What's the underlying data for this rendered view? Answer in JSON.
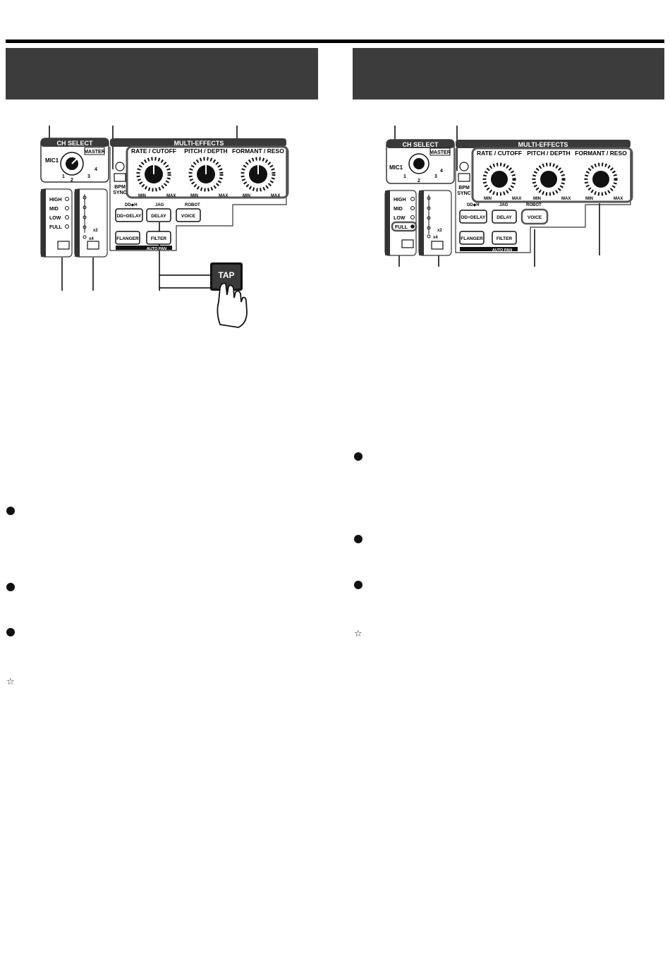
{
  "left_panel": {
    "ch_select_label": "CH SELECT",
    "multi_effects_label": "MULTI-EFFECTS",
    "master_label": "MASTER",
    "mic1_label": "MIC1",
    "ch_numbers": [
      "1",
      "2",
      "3",
      "4"
    ],
    "knob_labels": [
      "RATE / CUTOFF",
      "PITCH / DEPTH",
      "FORMANT / RESO"
    ],
    "min_label": "MIN",
    "max_label": "MAX",
    "bpm_label": "BPM",
    "sync_label": "SYNC",
    "freq_range_levels": [
      "HIGH",
      "MID",
      "LOW",
      "FULL"
    ],
    "effect_tabs": [
      "DD◆H",
      "JAG",
      "ROBOT"
    ],
    "effect_buttons_row1": [
      "DD+DELAY",
      "DELAY",
      "VOICE"
    ],
    "effect_buttons_row2": [
      "FLANGER",
      "FILTER"
    ],
    "auto_pan_label": "AUTO PAN",
    "x2_label": "x2",
    "x4_label": "x4",
    "tap_label": "TAP"
  },
  "right_panel": {
    "ch_select_label": "CH SELECT",
    "multi_effects_label": "MULTI-EFFECTS",
    "master_label": "MASTER",
    "mic1_label": "MIC1",
    "ch_numbers": [
      "1",
      "2",
      "3",
      "4"
    ],
    "knob_labels": [
      "RATE / CUTOFF",
      "PITCH / DEPTH",
      "FORMANT / RESO"
    ],
    "min_label": "MIN",
    "max_label": "MAX",
    "bpm_label": "BPM",
    "sync_label": "SYNC",
    "freq_range_levels": [
      "HIGH",
      "MID",
      "LOW",
      "FULL"
    ],
    "effect_tabs": [
      "DD◆H",
      "JAG",
      "ROBOT"
    ],
    "effect_buttons_row1": [
      "DD+DELAY",
      "DELAY",
      "VOICE"
    ],
    "effect_buttons_row2": [
      "FLANGER",
      "FILTER"
    ],
    "auto_pan_label": "AUTO PAN",
    "x2_label": "x2",
    "x4_label": "x4"
  },
  "notes": {
    "star_symbol": "☆"
  }
}
